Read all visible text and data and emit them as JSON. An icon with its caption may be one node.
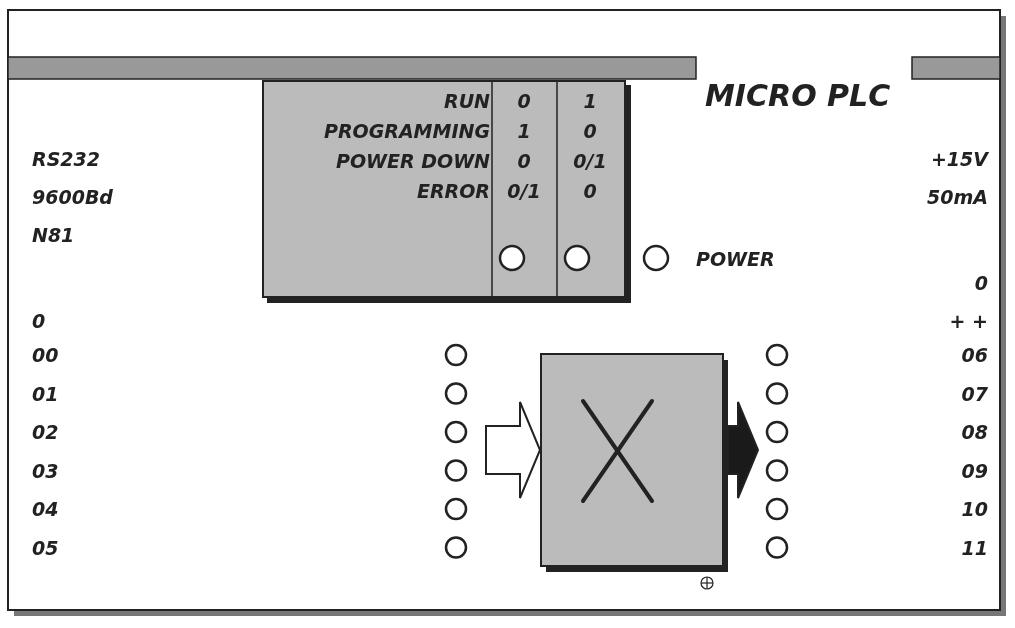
{
  "diagram": {
    "nodes": [
      {
        "text": [
          "RUN",
          "0",
          "1",
          "PROGRAMMING",
          "1",
          "0",
          "POWER DOWN",
          "0",
          "0/1",
          "ERROR",
          "0/1",
          "0"
        ]
      },
      {
        "text": [],
        "shape": "box"
      }
    ],
    "edges": [
      {
        "from": null,
        "to": 1,
        "arrow": "to"
      },
      {
        "from": 1,
        "to": null,
        "arrow": "to",
        "color": "#1a1a1a"
      }
    ],
    "labels": [
      "MICRO PLC",
      "RS232",
      "+15V",
      "9600Bd",
      "50mA",
      "N81",
      "POWER",
      "0",
      "0",
      "+ +",
      "00",
      "06",
      "01",
      "07",
      "02",
      "08",
      "03",
      "09",
      "04",
      "10",
      "05",
      "11"
    ]
  }
}
